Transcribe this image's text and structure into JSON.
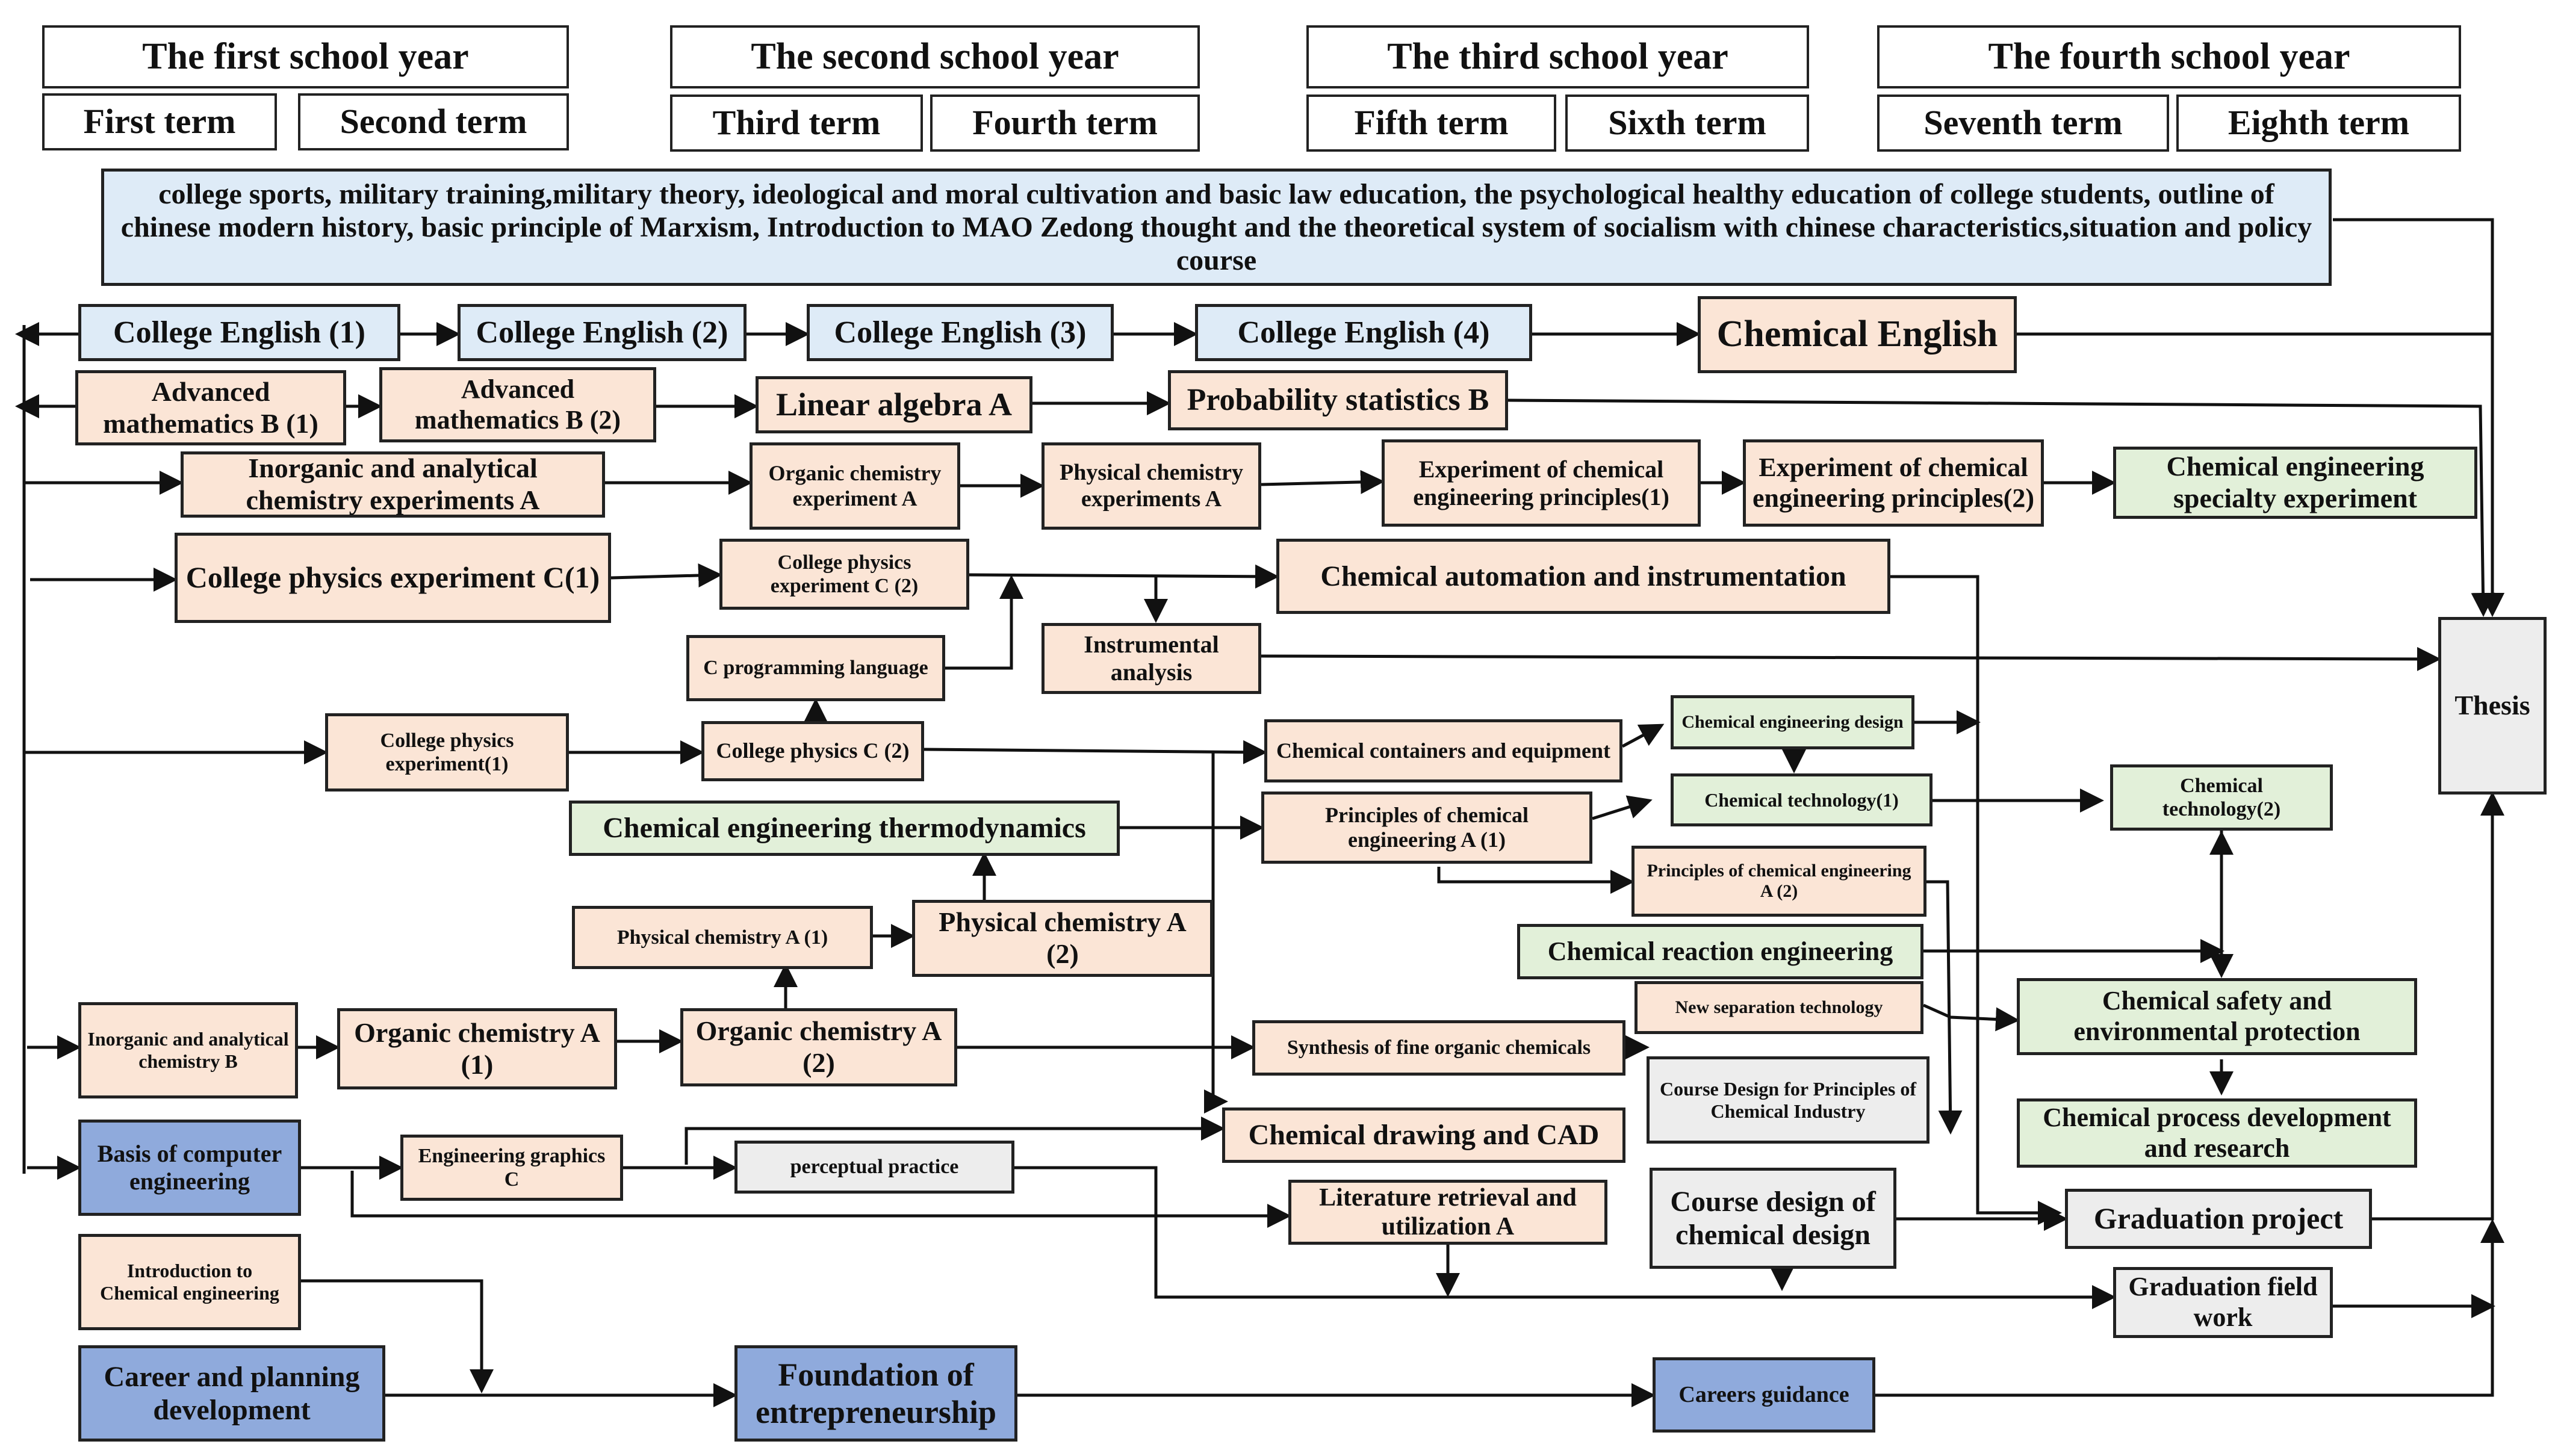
{
  "headers": {
    "year1": "The first school year",
    "year2": "The second school year",
    "year3": "The third school year",
    "year4": "The fourth school year",
    "term1": "First term",
    "term2": "Second term",
    "term3": "Third term",
    "term4": "Fourth term",
    "term5": "Fifth term",
    "term6": "Sixth term",
    "term7": "Seventh term",
    "term8": "Eighth term"
  },
  "courses": {
    "general_education": "college sports, military training,military theory, ideological and moral cultivation and basic law education, the psychological healthy education of college students, outline of chinese modern history, basic principle of Marxism, Introduction to MAO Zedong thought and the theoretical system of socialism with chinese characteristics,situation and policy course",
    "college_english_1": "College English (1)",
    "college_english_2": "College English (2)",
    "college_english_3": "College English (3)",
    "college_english_4": "College English (4)",
    "chemical_english": "Chemical English",
    "adv_math_b1": "Advanced mathematics B (1)",
    "adv_math_b2": "Advanced mathematics B (2)",
    "linear_algebra_a": "Linear algebra A",
    "probability_statistics_b": "Probability statistics B",
    "inorg_anal_chem_exp_a": "Inorganic and analytical chemistry experiments A",
    "organic_chem_exp_a": "Organic chemistry experiment A",
    "physical_chem_exp_a": "Physical chemistry experiments A",
    "exp_chem_eng_principles_1": "Experiment of chemical engineering principles(1)",
    "exp_chem_eng_principles_2": "Experiment of chemical engineering principles(2)",
    "chem_eng_specialty_exp": "Chemical engineering specialty experiment",
    "college_physics_exp_c1": "College physics experiment C(1)",
    "college_physics_exp_c2": "College physics experiment C (2)",
    "chem_automation": "Chemical automation and instrumentation",
    "c_programming": "C programming language",
    "instrumental_analysis": "Instrumental analysis",
    "thesis": "Thesis",
    "college_physics_exp_1": "College physics experiment(1)",
    "college_physics_c2": "College physics C (2)",
    "chem_containers": "Chemical containers and equipment",
    "chem_eng_design": "Chemical engineering design",
    "chem_technology_1": "Chemical technology(1)",
    "chem_technology_2": "Chemical technology(2)",
    "chem_eng_thermo": "Chemical engineering thermodynamics",
    "principles_chem_eng_a1": "Principles of chemical engineering A (1)",
    "principles_chem_eng_a2": "Principles of chemical engineering A (2)",
    "physical_chem_a1": "Physical chemistry A (1)",
    "physical_chem_a2": "Physical chemistry A (2)",
    "chem_reaction_eng": "Chemical reaction engineering",
    "new_separation_tech": "New separation technology",
    "chem_safety": "Chemical safety and environmental protection",
    "inorg_anal_chem_b": "Inorganic and analytical chemistry B",
    "organic_chem_a1": "Organic chemistry A (1)",
    "organic_chem_a2": "Organic chemistry A (2)",
    "synthesis_fine_organic": "Synthesis of fine organic chemicals",
    "course_design_principles": "Course Design for Principles of Chemical Industry",
    "chem_process_dev": "Chemical process development and research",
    "basis_computer_eng": "Basis of computer engineering",
    "engineering_graphics_c": "Engineering graphics C",
    "perceptual_practice": "perceptual practice",
    "chem_drawing_cad": "Chemical drawing and CAD",
    "course_design_chem_design": "Course design of chemical design",
    "graduation_project": "Graduation project",
    "literature_retrieval": "Literature retrieval and utilization A",
    "intro_chem_eng": "Introduction to Chemical engineering",
    "graduation_field_work": "Graduation field work",
    "career_planning": "Career and planning development",
    "foundation_entrepreneurship": "Foundation of entrepreneurship",
    "careers_guidance": "Careers guidance"
  },
  "colors": {
    "general": "#deebf7",
    "math_science": "#fbe5d6",
    "specialty": "#e2f0d9",
    "practice": "#ededed",
    "career": "#8faadc",
    "line": "#111111"
  }
}
